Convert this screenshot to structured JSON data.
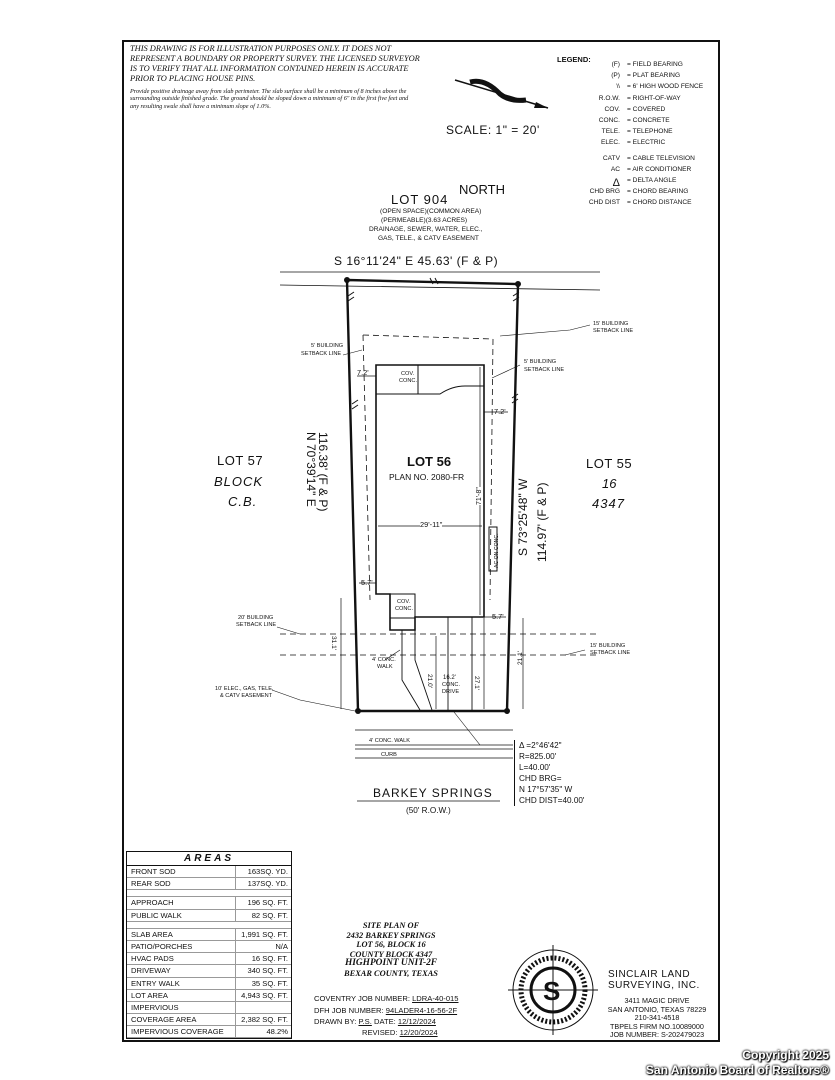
{
  "disclaimer": {
    "main": "This drawing is for illustration purposes only. It does not represent a boundary or property survey. The licensed surveyor is to verify that all information contained herein is accurate prior to placing house pins.",
    "drainage": "Provide positive drainage away from slab perimeter. The slab surface shall be a minimum of 8 inches above the surrounding outside finished grade. The ground should be sloped down a minimum of 6\" in the first five feet and any resulting swale shall have a minimum slope of 1.0%."
  },
  "legend": {
    "title": "LEGEND:",
    "items": [
      {
        "abbr": "(F)",
        "text": "= FIELD BEARING"
      },
      {
        "abbr": "(P)",
        "text": "= PLAT BEARING"
      },
      {
        "abbr": "\\\\",
        "text": "= 6' HIGH WOOD FENCE"
      },
      {
        "abbr": "R.O.W.",
        "text": "= RIGHT-OF-WAY"
      },
      {
        "abbr": "COV.",
        "text": "= COVERED"
      },
      {
        "abbr": "CONC.",
        "text": "= CONCRETE"
      },
      {
        "abbr": "TELE.",
        "text": "= TELEPHONE"
      },
      {
        "abbr": "ELEC.",
        "text": "= ELECTRIC"
      },
      {
        "abbr": "CATV",
        "text": "= CABLE TELEVISION"
      },
      {
        "abbr": "AC",
        "text": "= AIR CONDITIONER"
      },
      {
        "abbr": "Δ",
        "text": "= DELTA ANGLE"
      },
      {
        "abbr": "CHD BRG",
        "text": "= CHORD BEARING"
      },
      {
        "abbr": "CHD DIST",
        "text": "= CHORD DISTANCE"
      }
    ]
  },
  "north": {
    "label": "NORTH",
    "scale": "SCALE: 1\" = 20'"
  },
  "plan": {
    "lot904": {
      "title": "LOT 904",
      "l1": "(OPEN SPACE)(COMMON AREA)",
      "l2": "(PERMEABLE)(3.63 ACRES)",
      "l3": "DRAINAGE, SEWER, WATER, ELEC.,",
      "l4": "GAS, TELE., & CATV EASEMENT"
    },
    "top_bearing": "S 16°11'24\" E 45.63' (F & P)",
    "left_bearing_1": "N 70°39'14\" E",
    "left_bearing_2": "116.38' (F & P)",
    "right_bearing_1": "S 73°25'48\" W",
    "right_bearing_2": "114.97' (F & P)",
    "lot57": {
      "lot": "LOT 57",
      "block": "BLOCK",
      "cb": "C.B."
    },
    "lot55": {
      "lot": "LOT 55",
      "n1": "16",
      "n2": "4347"
    },
    "lot56": {
      "lot": "LOT 56",
      "plan": "PLAN NO. 2080-FR"
    },
    "width_dim": "29'-11\"",
    "depth_dim": "71'-8\"",
    "setback_15_top_1": "15' BUILDING",
    "setback_15_top_2": "SETBACK LINE",
    "setback_5_left_1": "5' BUILDING",
    "setback_5_left_2": "SETBACK LINE",
    "setback_5_right_1": "5' BUILDING",
    "setback_5_right_2": "SETBACK LINE",
    "setback_20_1": "20' BUILDING",
    "setback_20_2": "SETBACK LINE",
    "setback_15_bot_1": "15' BUILDING",
    "setback_15_bot_2": "SETBACK LINE",
    "dim_72_left": "7.2'",
    "dim_72_right": "7.2'",
    "dim_57_left": "5.7'",
    "dim_57_right": "5.7'",
    "dim_311": "31.1'",
    "dim_211": "21.1'",
    "dim_210": "21.0'",
    "dim_271": "27.1'",
    "cov_conc_top_1": "COV.",
    "cov_conc_top_2": "CONC.",
    "cov_conc_bot_1": "COV.",
    "cov_conc_bot_2": "CONC.",
    "ac_conc": "AC ON CONC.",
    "walk_1": "4' CONC.",
    "walk_2": "WALK",
    "drive_1": "16.2'",
    "drive_2": "CONC.",
    "drive_3": "DRIVE",
    "easement_1": "10' ELEC., GAS, TELE.",
    "easement_2": "& CATV EASEMENT",
    "sidewalk": "4' CONC. WALK",
    "curb": "CURB",
    "curve_delta": "Δ =2°46'42\"",
    "curve_r": "R=825.00'",
    "curve_l": "L=40.00'",
    "curve_brg_label": "CHD BRG=",
    "curve_brg": "N 17°57'35\" W",
    "curve_dist": "CHD DIST=40.00'",
    "street": "BARKEY SPRINGS",
    "row": "(50' R.O.W.)"
  },
  "areas": {
    "title": "AREAS",
    "groups": [
      [
        {
          "k": "Front Sod",
          "v": "163SQ. YD."
        },
        {
          "k": "Rear Sod",
          "v": "137SQ. YD."
        }
      ],
      [
        {
          "k": "Approach",
          "v": "196 SQ. FT."
        },
        {
          "k": "Public Walk",
          "v": "82 SQ. FT."
        }
      ],
      [
        {
          "k": "Slab Area",
          "v": "1,991 SQ. FT."
        },
        {
          "k": "Patio/Porches",
          "v": "N/A"
        },
        {
          "k": "HVAC Pads",
          "v": "16 SQ. FT."
        },
        {
          "k": "Driveway",
          "v": "340 SQ. FT."
        },
        {
          "k": "Entry Walk",
          "v": "35 SQ. FT."
        },
        {
          "k": "Lot Area",
          "v": "4,943 SQ. FT."
        },
        {
          "k": "Impervious",
          "v": ""
        },
        {
          "k": "Coverage Area",
          "v": "2,382 SQ. FT."
        },
        {
          "k": "Impervious Coverage",
          "v": "48.2%"
        }
      ]
    ]
  },
  "site_plan": {
    "l1": "SITE PLAN OF",
    "l2": "2432 BARKEY SPRINGS",
    "l3": "LOT 56, BLOCK 16",
    "l4": "COUNTY BLOCK 4347",
    "l5": "HIGHPOINT UNIT-2F",
    "l6": "BEXAR COUNTY, TEXAS"
  },
  "jobs": {
    "coventry_label": "COVENTRY JOB NUMBER:",
    "coventry_val": "LDRA-40-015",
    "dfh_label": "DFH JOB NUMBER:",
    "dfh_val": "94LADER4-16-56-2F",
    "drawn_label": "DRAWN BY:",
    "drawn_val": "P.S.",
    "date_label": "DATE:",
    "date_val": "12/12/2024",
    "revised_label": "REVISED:",
    "revised_val": "12/20/2024"
  },
  "company": {
    "logo_letter": "S",
    "name1": "SINCLAIR LAND",
    "name2": "SURVEYING, INC.",
    "addr1": "3411 MAGIC DRIVE",
    "addr2": "SAN ANTONIO, TEXAS 78229",
    "addr3": "210-341-4518",
    "addr4": "TBPELS FIRM NO.10089000",
    "addr5": "JOB NUMBER: S-202479023"
  },
  "watermark": {
    "l1": "Copyright 2025",
    "l2": "San Antonio Board of Realtors®"
  }
}
